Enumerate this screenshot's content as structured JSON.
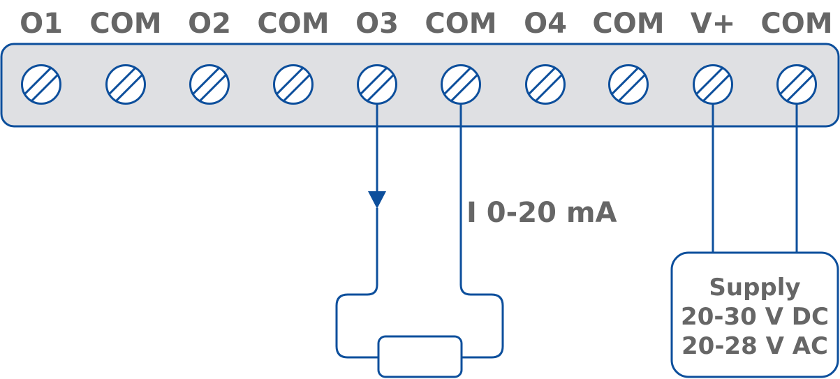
{
  "terminals": [
    {
      "label": "O1"
    },
    {
      "label": "COM"
    },
    {
      "label": "O2"
    },
    {
      "label": "COM"
    },
    {
      "label": "O3"
    },
    {
      "label": "COM"
    },
    {
      "label": "O4"
    },
    {
      "label": "COM"
    },
    {
      "label": "V+"
    },
    {
      "label": "COM"
    }
  ],
  "current_label": "I 0-20 mA",
  "supply": {
    "line1": "Supply",
    "line2": "20-30 V DC",
    "line3": "20-28 V AC"
  },
  "colors": {
    "wire": "#0d4f9c",
    "strip_fill": "#dfe0e3",
    "text": "#666666"
  }
}
